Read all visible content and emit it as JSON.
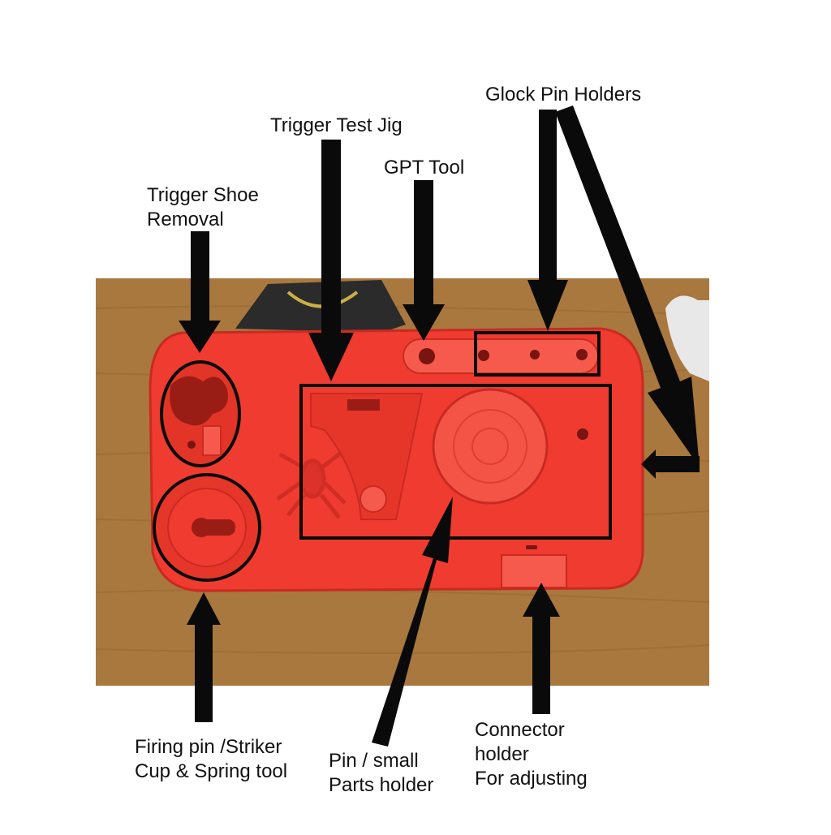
{
  "colors": {
    "background": "#ffffff",
    "wood": "#a9783e",
    "wood_dark": "#8a5f2c",
    "plate": "#ef3b30",
    "plate_dark": "#c92a22",
    "plate_light": "#f65a4c",
    "arrow": "#0a0a0a",
    "sticker": "#2b2b2b"
  },
  "icons": {
    "arrow": "arrow-icon",
    "beetle": "beetle-emblem-icon"
  },
  "labels": {
    "glock_pin_holders": "Glock Pin Holders",
    "trigger_test_jig": "Trigger Test Jig",
    "gpt_tool": "GPT Tool",
    "trigger_shoe_removal": [
      "Trigger Shoe",
      "Removal"
    ],
    "firing_pin_tool": [
      "Firing pin /Striker",
      "Cup & Spring tool"
    ],
    "pin_parts_holder": [
      "Pin / small",
      "Parts holder"
    ],
    "connector_holder": [
      "Connector",
      "holder",
      "For adjusting"
    ]
  }
}
